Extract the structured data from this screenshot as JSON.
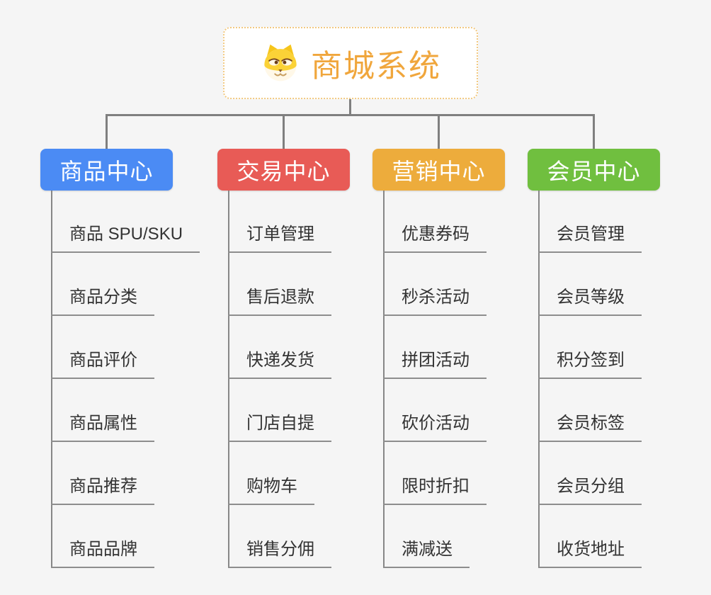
{
  "root": {
    "title": "商城系统",
    "icon": "dog-face-icon"
  },
  "branches": [
    {
      "label": "商品中心",
      "color": "#4B8BF4",
      "items": [
        "商品 SPU/SKU",
        "商品分类",
        "商品评价",
        "商品属性",
        "商品推荐",
        "商品品牌"
      ]
    },
    {
      "label": "交易中心",
      "color": "#E85B56",
      "items": [
        "订单管理",
        "售后退款",
        "快递发货",
        "门店自提",
        "购物车",
        "销售分佣"
      ]
    },
    {
      "label": "营销中心",
      "color": "#EDAC3C",
      "items": [
        "优惠券码",
        "秒杀活动",
        "拼团活动",
        "砍价活动",
        "限时折扣",
        "满减送"
      ]
    },
    {
      "label": "会员中心",
      "color": "#70BF3F",
      "items": [
        "会员管理",
        "会员等级",
        "积分签到",
        "会员标签",
        "会员分组",
        "收货地址"
      ]
    }
  ],
  "colors": {
    "background": "#F5F5F5",
    "root_title": "#F0A63C",
    "root_border": "#F2C981",
    "connector": "#7F7F7F",
    "item_underline": "#8D8D8D",
    "item_text": "#333333"
  }
}
